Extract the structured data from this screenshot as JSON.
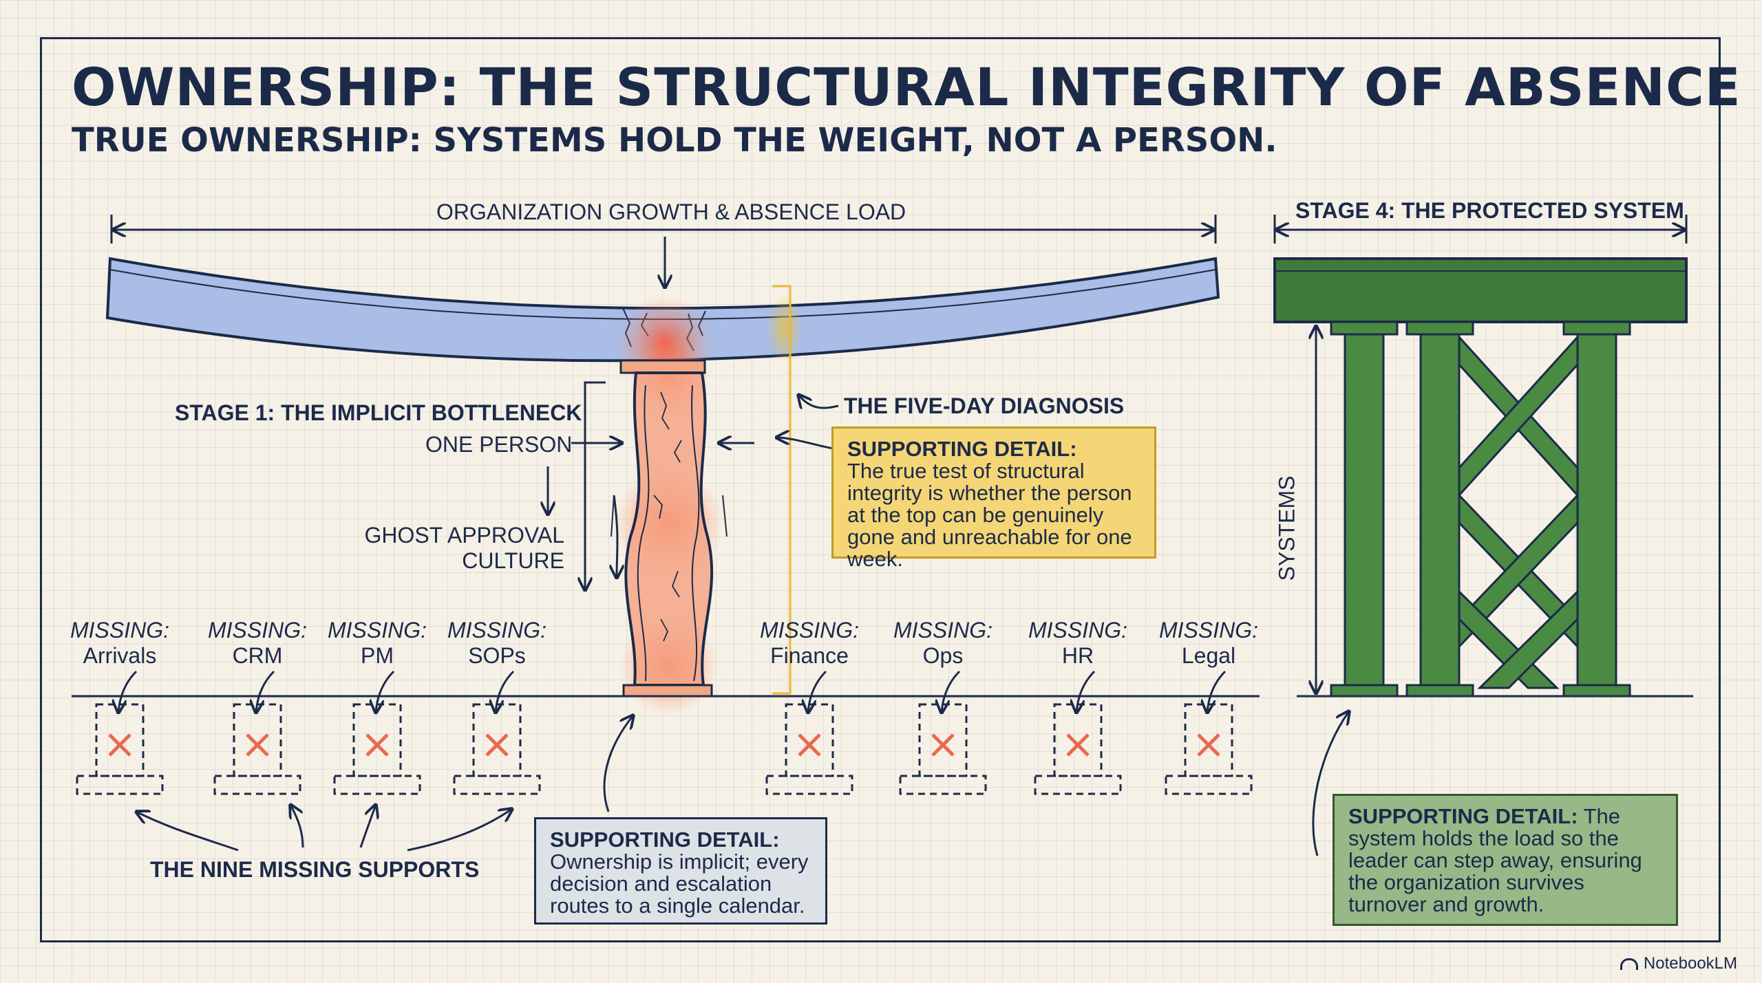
{
  "title": "OWNERSHIP: THE STRUCTURAL INTEGRITY OF ABSENCE",
  "subtitle": "TRUE OWNERSHIP:  SYSTEMS HOLD THE WEIGHT, NOT A PERSON.",
  "load_label": "ORGANIZATION GROWTH & ABSENCE LOAD",
  "stage1": {
    "title": "STAGE 1: THE IMPLICIT BOTTLENECK",
    "one_person": "ONE PERSON",
    "ghost_line1": "GHOST APPROVAL",
    "ghost_line2": "CULTURE"
  },
  "diagnosis_label": "THE FIVE-DAY DIAGNOSIS",
  "missing_prefix": "MISSING:",
  "missing_supports": [
    "Arrivals",
    "CRM",
    "PM",
    "SOPs",
    "Finance",
    "Ops",
    "HR",
    "Legal"
  ],
  "nine_missing_label": "THE NINE MISSING SUPPORTS",
  "detail_yellow": {
    "head": "SUPPORTING DETAIL:",
    "body": "The true test of structural integrity is whether the person at the top can be genuinely gone and unreachable for one week."
  },
  "detail_grey": {
    "head": "SUPPORTING DETAIL:",
    "body": "Ownership is implicit; every decision and escalation routes to a single calendar."
  },
  "stage4": {
    "title": "STAGE 4: THE PROTECTED SYSTEM",
    "systems_label": "SYSTEMS"
  },
  "detail_green": {
    "head": "SUPPORTING DETAIL:",
    "body": "The system holds the load so the leader can step away, ensuring the organization survives turnover and growth."
  },
  "brand": "NotebookLM",
  "colors": {
    "ink": "#1c2a4a",
    "beam": "#a9bde6",
    "stress": "#ff5a3c",
    "diagnosis": "#e8b932",
    "green": "#3f7a3a",
    "missing_x": "#e8694f"
  }
}
